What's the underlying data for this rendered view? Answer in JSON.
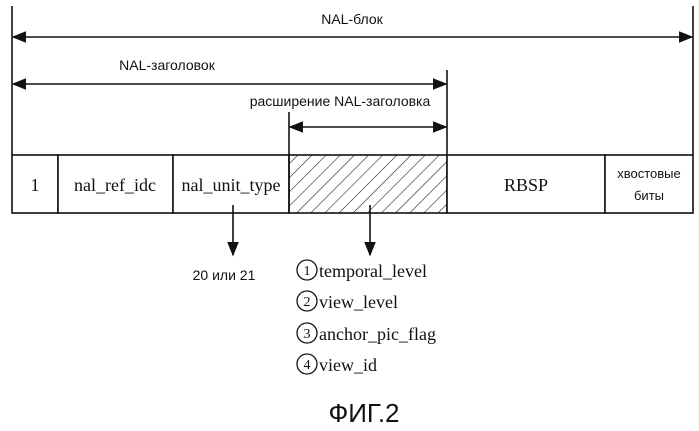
{
  "dimensions": {
    "nal_unit_label": "NAL-блок",
    "nal_header_label": "NAL-заголовок",
    "nal_header_extension_label": "расширение NAL-заголовка"
  },
  "fields": {
    "f1": "1",
    "nal_ref_idc": "nal_ref_idc",
    "nal_unit_type": "nal_unit_type",
    "rbsp": "RBSP",
    "tail_bits_line1": "хвостовые",
    "tail_bits_line2": "биты"
  },
  "annotations": {
    "nal_unit_type_value": "20 или 21",
    "extension_items": [
      {
        "number": "1",
        "label": "temporal_level"
      },
      {
        "number": "2",
        "label": "view_level"
      },
      {
        "number": "3",
        "label": "anchor_pic_flag"
      },
      {
        "number": "4",
        "label": "view_id"
      }
    ]
  },
  "figure_caption": "ФИГ.2"
}
